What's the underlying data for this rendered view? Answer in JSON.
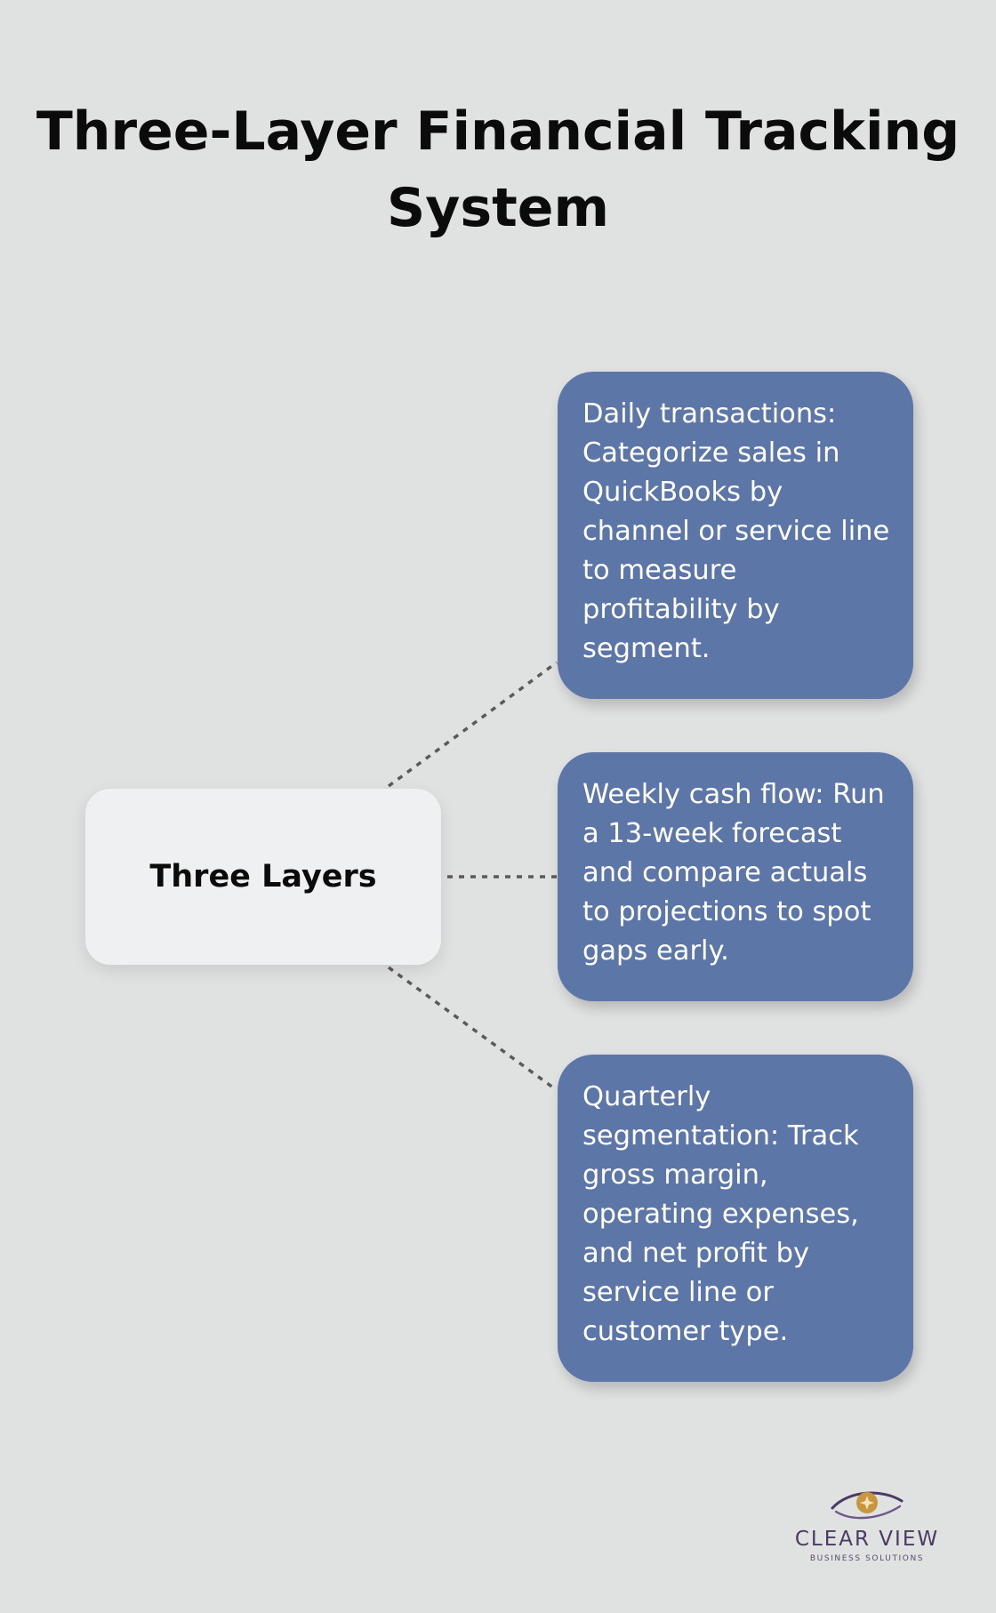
{
  "title": "Three-Layer Financial Tracking System",
  "center_node": {
    "label": "Three Layers"
  },
  "cards": [
    {
      "text": "Daily transactions: Categorize sales in QuickBooks by channel or service line to measure profitability by segment."
    },
    {
      "text": "Weekly cash flow: Run a 13-week forecast and compare actuals to projections to spot gaps early."
    },
    {
      "text": "Quarterly segmentation: Track gross margin, operating expenses, and net profit by service line or customer type."
    }
  ],
  "logo": {
    "name": "CLEAR VIEW",
    "tagline": "BUSINESS SOLUTIONS"
  },
  "colors": {
    "background": "#e0e1e1",
    "card_fill": "#5c76a7",
    "center_fill": "#eff0f2",
    "connector": "#5a5a5a",
    "logo_purple": "#4a3b63",
    "logo_gold": "#c8963c"
  }
}
